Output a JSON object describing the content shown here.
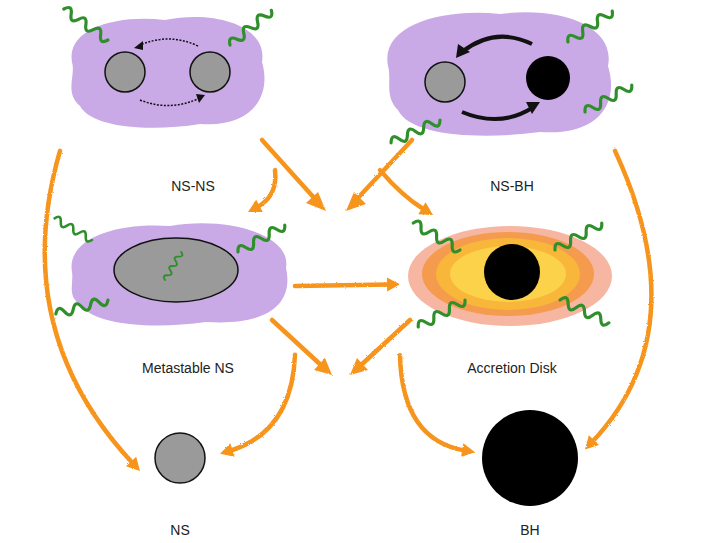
{
  "diagram": {
    "nodes": [
      {
        "text": [
          "NS-NS"
        ]
      },
      {
        "text": [
          "NS-BH"
        ]
      },
      {
        "text": [
          "Metastable NS"
        ]
      },
      {
        "text": [
          "Accretion Disk"
        ]
      },
      {
        "text": [
          "NS"
        ]
      },
      {
        "text": [
          "BH"
        ]
      }
    ],
    "edges": [
      {
        "from": 0,
        "to": 4,
        "arrow": "to"
      },
      {
        "from": 0,
        "to": 2,
        "arrow": "to"
      },
      {
        "from": 1,
        "to": 3,
        "arrow": "to"
      },
      {
        "from": 1,
        "to": 5,
        "arrow": "to"
      },
      {
        "from": 2,
        "to": 3,
        "arrow": "to"
      },
      {
        "from": 2,
        "to": 4,
        "arrow": "to"
      },
      {
        "from": 3,
        "to": 5,
        "arrow": "to"
      }
    ]
  }
}
